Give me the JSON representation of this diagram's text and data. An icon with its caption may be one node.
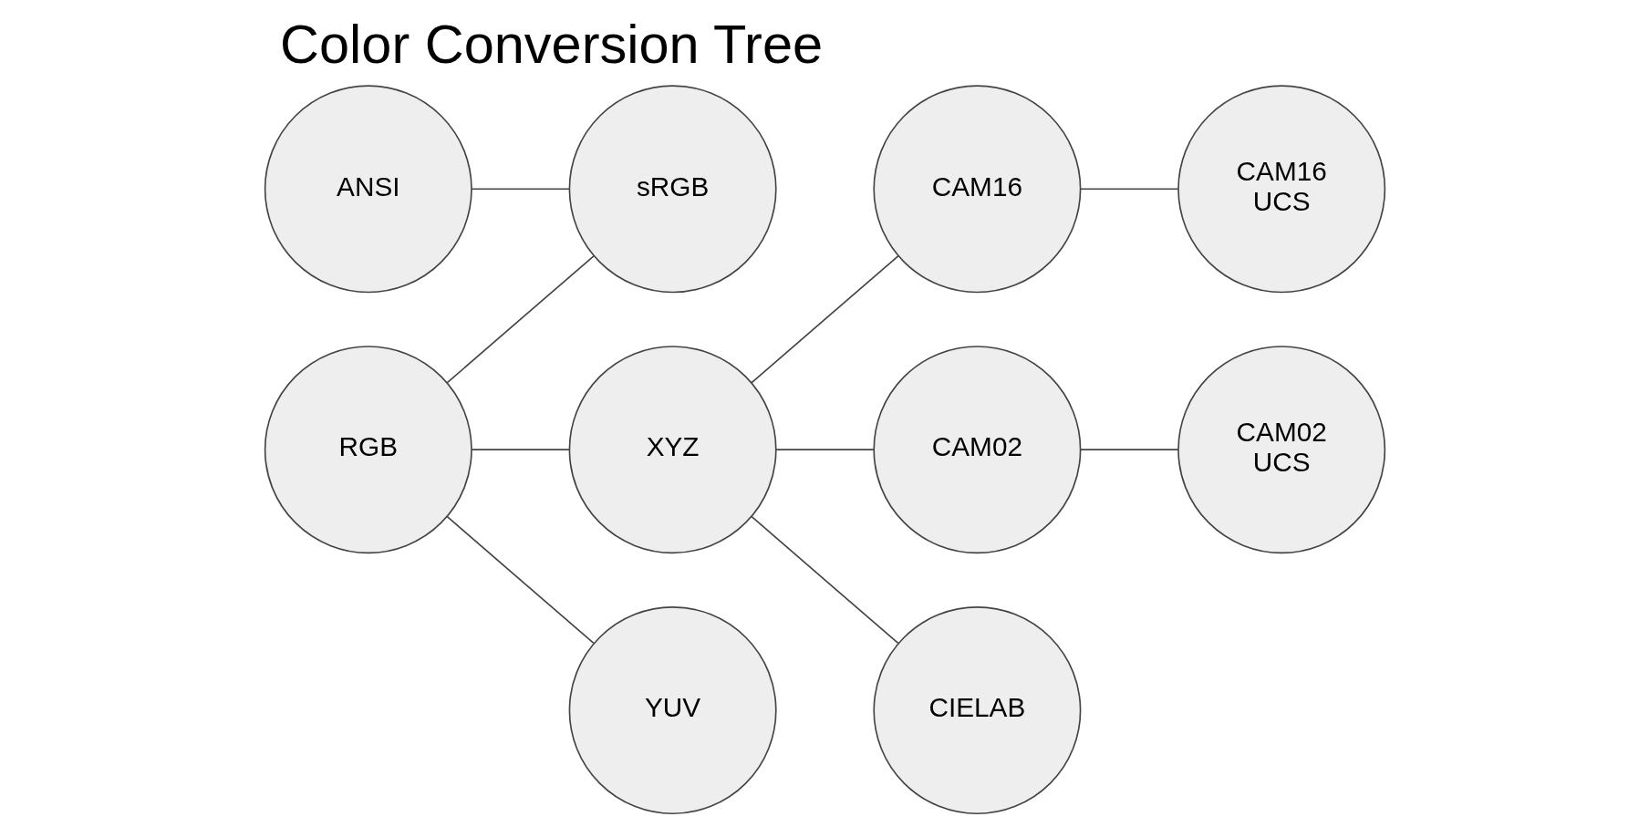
{
  "diagram": {
    "title": "Color Conversion Tree",
    "nodes": [
      {
        "text": [
          "sRGB"
        ]
      },
      {
        "text": [
          "CAM16"
        ]
      },
      {
        "text": [
          "CAM16 UCS"
        ]
      },
      {
        "text": [
          "ANSI"
        ]
      },
      {
        "text": [
          "RGB"
        ]
      },
      {
        "text": [
          "XYZ"
        ]
      },
      {
        "text": [
          "CAM02"
        ]
      },
      {
        "text": [
          "CAM02 UCS"
        ]
      },
      {
        "text": [
          "YUV"
        ]
      },
      {
        "text": [
          "CIELAB"
        ]
      }
    ],
    "edges": [
      {
        "from": 3,
        "to": 0,
        "arrow": "none"
      },
      {
        "from": 4,
        "to": 0,
        "arrow": "none"
      },
      {
        "from": 4,
        "to": 5,
        "arrow": "none"
      },
      {
        "from": 4,
        "to": 8,
        "arrow": "none"
      },
      {
        "from": 5,
        "to": 1,
        "arrow": "none"
      },
      {
        "from": 5,
        "to": 6,
        "arrow": "none"
      },
      {
        "from": 5,
        "to": 9,
        "arrow": "none"
      },
      {
        "from": 1,
        "to": 2,
        "arrow": "none"
      },
      {
        "from": 6,
        "to": 7,
        "arrow": "none"
      }
    ]
  }
}
